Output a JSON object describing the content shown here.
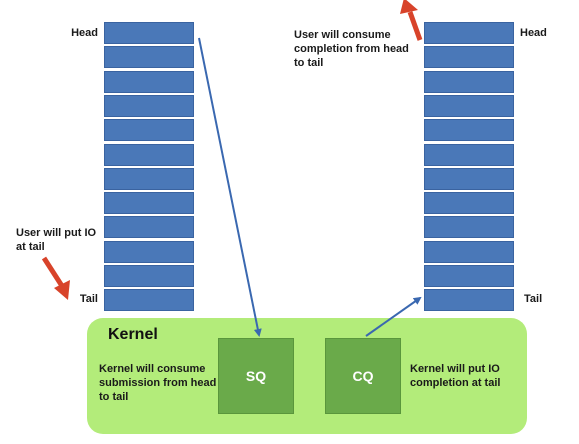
{
  "left_queue": {
    "head_label": "Head",
    "tail_label": "Tail",
    "slot_count": 12,
    "note": "User will put IO at tail"
  },
  "right_queue": {
    "head_label": "Head",
    "tail_label": "Tail",
    "slot_count": 12,
    "note": "User will consume completion from head to tail"
  },
  "kernel": {
    "title": "Kernel",
    "sq_label": "SQ",
    "cq_label": "CQ",
    "sq_note": "Kernel will consume submission from head to tail",
    "cq_note": "Kernel will put IO completion at tail"
  },
  "colors": {
    "slot": "#4a78b8",
    "kernel_bg": "#b3ec7a",
    "box": "#6aaa4a",
    "arrow_blue": "#3a68b0",
    "arrow_red": "#d8432a"
  }
}
